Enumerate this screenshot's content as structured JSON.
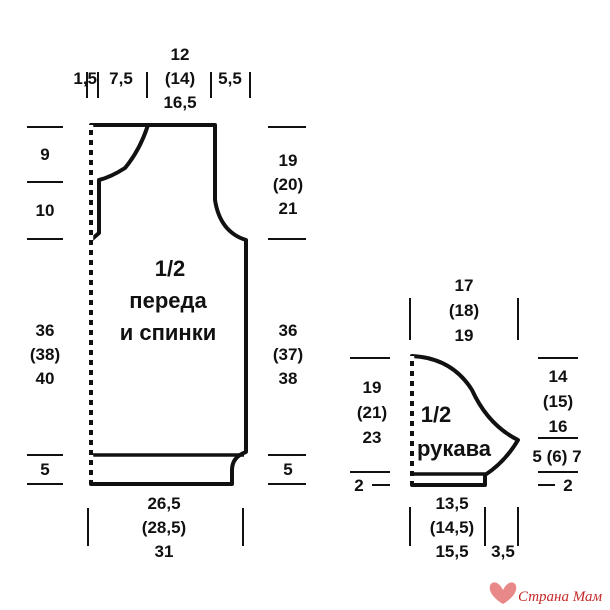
{
  "body_piece": {
    "title": [
      "1/2",
      "переда",
      "и спинки"
    ],
    "top": {
      "a": "1,5",
      "b": "7,5",
      "c": [
        "12",
        "(14)",
        "16,5"
      ],
      "d": "5,5"
    },
    "left": {
      "neck": "9",
      "upper": "10",
      "side": [
        "36",
        "(38)",
        "40"
      ],
      "hem": "5"
    },
    "right": {
      "armhole": [
        "19",
        "(20)",
        "21"
      ],
      "side": [
        "36",
        "(37)",
        "38"
      ],
      "hem": "5"
    },
    "bottom": [
      "26,5",
      "(28,5)",
      "31"
    ]
  },
  "sleeve_piece": {
    "title": [
      "1/2",
      "рукава"
    ],
    "top": [
      "17",
      "(18)",
      "19"
    ],
    "left": {
      "cap": [
        "19",
        "(21)",
        "23"
      ],
      "hem": "2"
    },
    "right": {
      "cap": [
        "14",
        "(15)",
        "16"
      ],
      "mid": "5 (6) 7",
      "hem": "2"
    },
    "bottom": {
      "main": [
        "13,5",
        "(14,5)",
        "15,5"
      ],
      "extra": "3,5"
    }
  },
  "watermark": {
    "text": "Страна Мам",
    "color": "#c62828"
  }
}
